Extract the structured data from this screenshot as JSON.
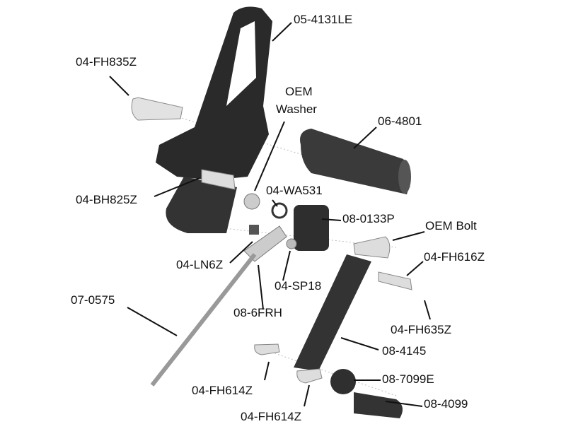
{
  "title": "Exploded parts diagram",
  "labels": {
    "frame": "05-4131LE",
    "pivot_bolt": "04-FH835Z",
    "oem_washer_1": "OEM",
    "oem_washer_2": "Washer",
    "peg": "06-4801",
    "peg_bolt": "04-BH825Z",
    "washer": "04-WA531",
    "pivot_block": "08-0133P",
    "oem_bolt": "OEM Bolt",
    "fh616": "04-FH616Z",
    "nut": "04-LN6Z",
    "spacer": "04-SP18",
    "rod": "07-0575",
    "rod_end": "08-6FRH",
    "fh635": "04-FH635Z",
    "arm": "08-4145",
    "bushing": "08-7099E",
    "fh614_a": "04-FH614Z",
    "sleeve": "08-4099",
    "fh614_b": "04-FH614Z"
  }
}
